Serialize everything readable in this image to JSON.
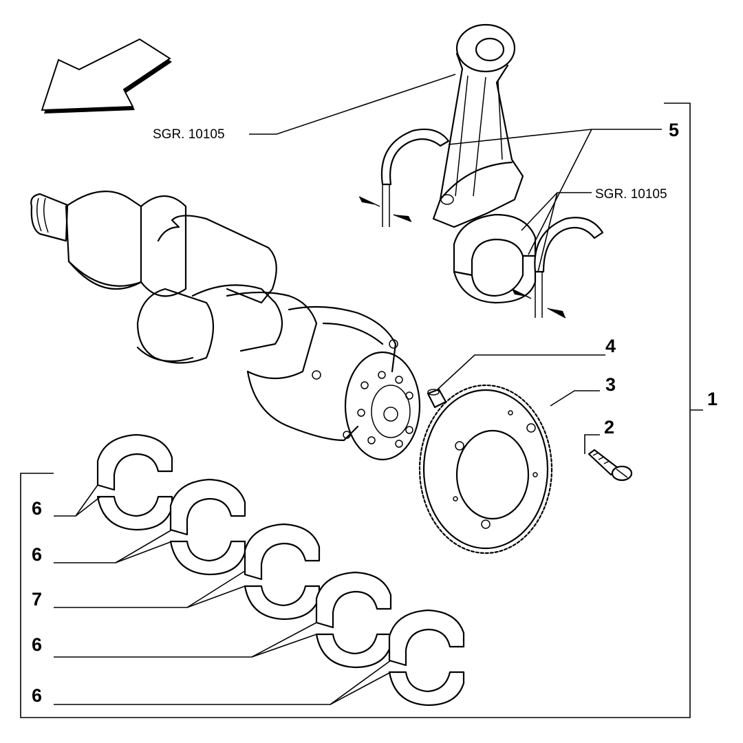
{
  "references": {
    "conrod": "SGR. 10105",
    "bearing_shell": "SGR. 10105"
  },
  "callouts": {
    "c1": "1",
    "c2": "2",
    "c3": "3",
    "c4": "4",
    "c5": "5",
    "c6a": "6",
    "c6b": "6",
    "c7": "7",
    "c6c": "6",
    "c6d": "6"
  }
}
